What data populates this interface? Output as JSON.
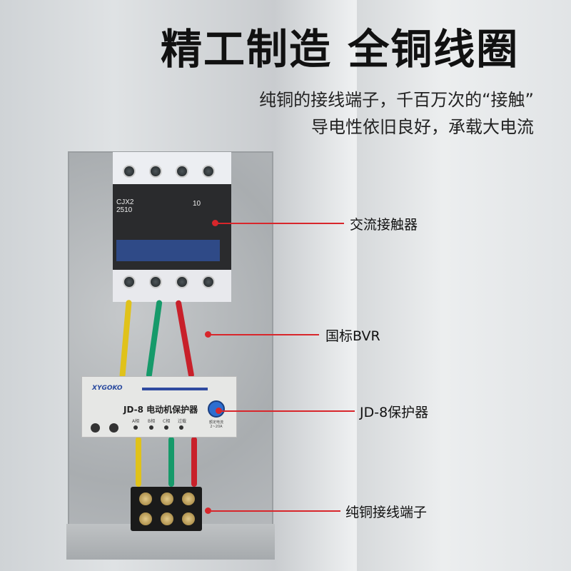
{
  "headline": "精工制造 全铜线圈",
  "subtitle": [
    "纯铜的接线端子，千百万次的“接触”",
    "导电性依旧良好，承载大电流"
  ],
  "contactor": {
    "model_line1": "CJX2",
    "model_line2": "2510",
    "code": "10"
  },
  "protector": {
    "brand": "XYGOKO",
    "name": "JD-8 电动机保护器",
    "leds": [
      "A相",
      "B相",
      "C相",
      "过载"
    ],
    "rated": "额定电流 2~20A"
  },
  "callouts": [
    {
      "label": "交流接触器"
    },
    {
      "label": "国标BVR"
    },
    {
      "label": "JD-8保护器"
    },
    {
      "label": "纯铜接线端子"
    }
  ],
  "colors": {
    "callout": "#d8262b",
    "wire_yellow": "#e0c21a",
    "wire_green": "#169a6a",
    "wire_red": "#c8202a"
  }
}
